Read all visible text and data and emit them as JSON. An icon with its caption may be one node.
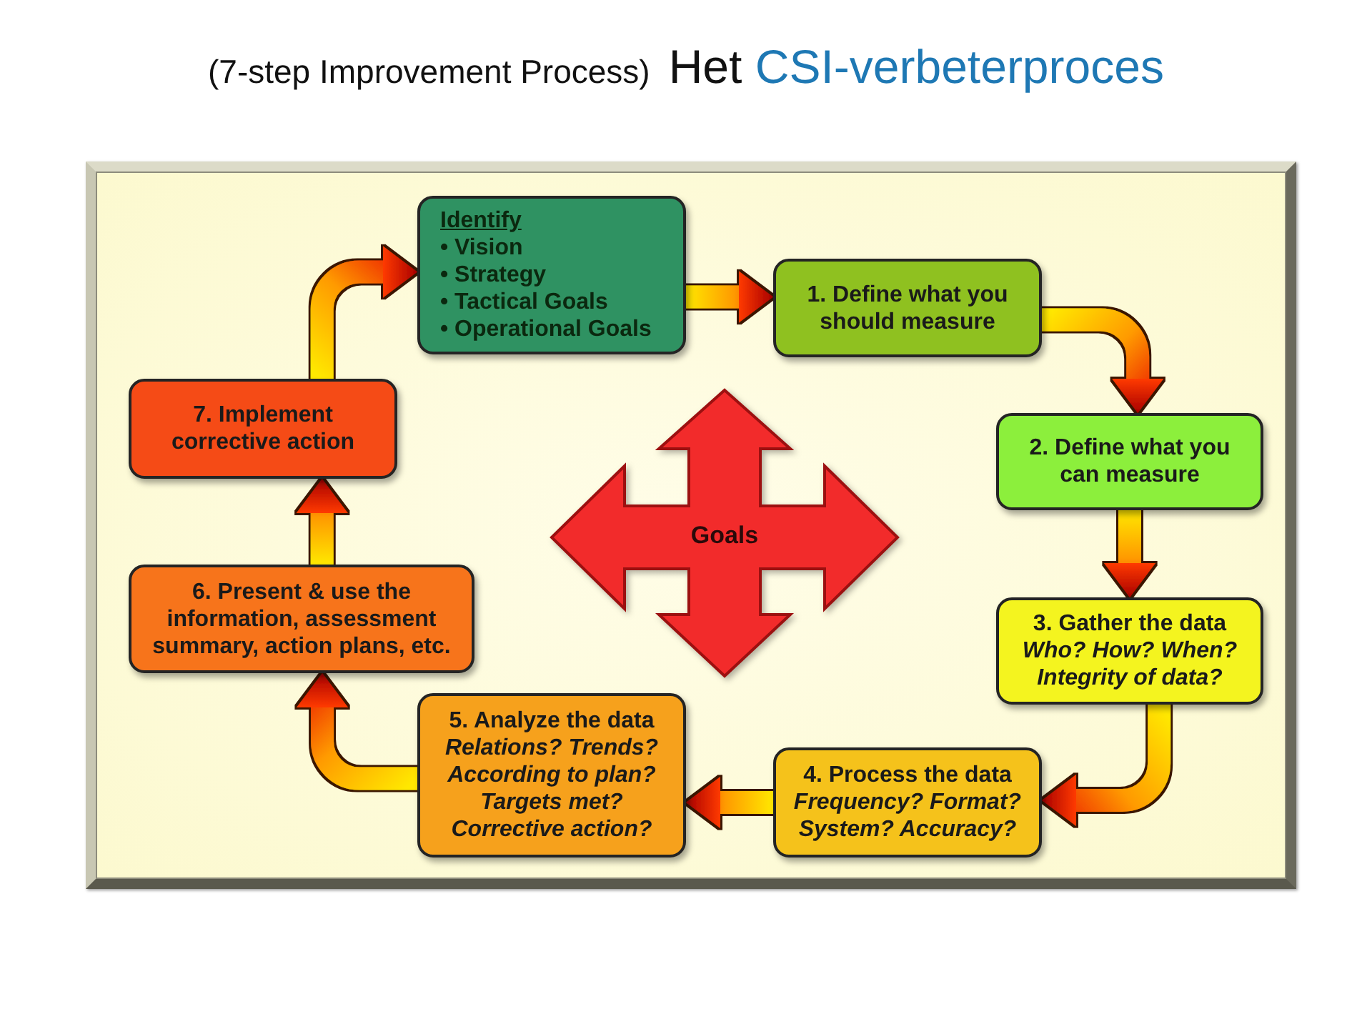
{
  "diagram": {
    "title": "Het CSI-verbeterproces",
    "nodes": [
      {
        "text": [
          "Identify",
          "• Vision",
          "• Strategy",
          "• Tactical Goals",
          "• Operational Goals"
        ]
      },
      {
        "text": [
          "1. Define what you should measure"
        ]
      },
      {
        "text": [
          "2. Define what you can measure"
        ]
      },
      {
        "text": [
          "3. Gather the data",
          "Who? How? When? Integrity of data?"
        ]
      },
      {
        "text": [
          "4. Process the data",
          "Frequency? Format? System? Accuracy?"
        ]
      },
      {
        "text": [
          "5. Analyze the data",
          "Relations? Trends? According to plan? Targets met? Corrective action?"
        ]
      },
      {
        "text": [
          "6. Present & use the information, assessment summary, action plans, etc."
        ]
      },
      {
        "text": [
          "7. Implement corrective action"
        ]
      },
      {
        "text": [
          "Goals"
        ]
      }
    ],
    "edges": [
      {
        "from": 0,
        "to": 1,
        "arrow": "to"
      },
      {
        "from": 1,
        "to": 2,
        "arrow": "to"
      },
      {
        "from": 2,
        "to": 3,
        "arrow": "to"
      },
      {
        "from": 3,
        "to": 4,
        "arrow": "to"
      },
      {
        "from": 4,
        "to": 5,
        "arrow": "to"
      },
      {
        "from": 5,
        "to": 6,
        "arrow": "to"
      },
      {
        "from": 6,
        "to": 7,
        "arrow": "to"
      },
      {
        "from": 7,
        "to": 0,
        "arrow": "to"
      }
    ],
    "labels": [
      "(7-step Improvement Process)"
    ]
  }
}
